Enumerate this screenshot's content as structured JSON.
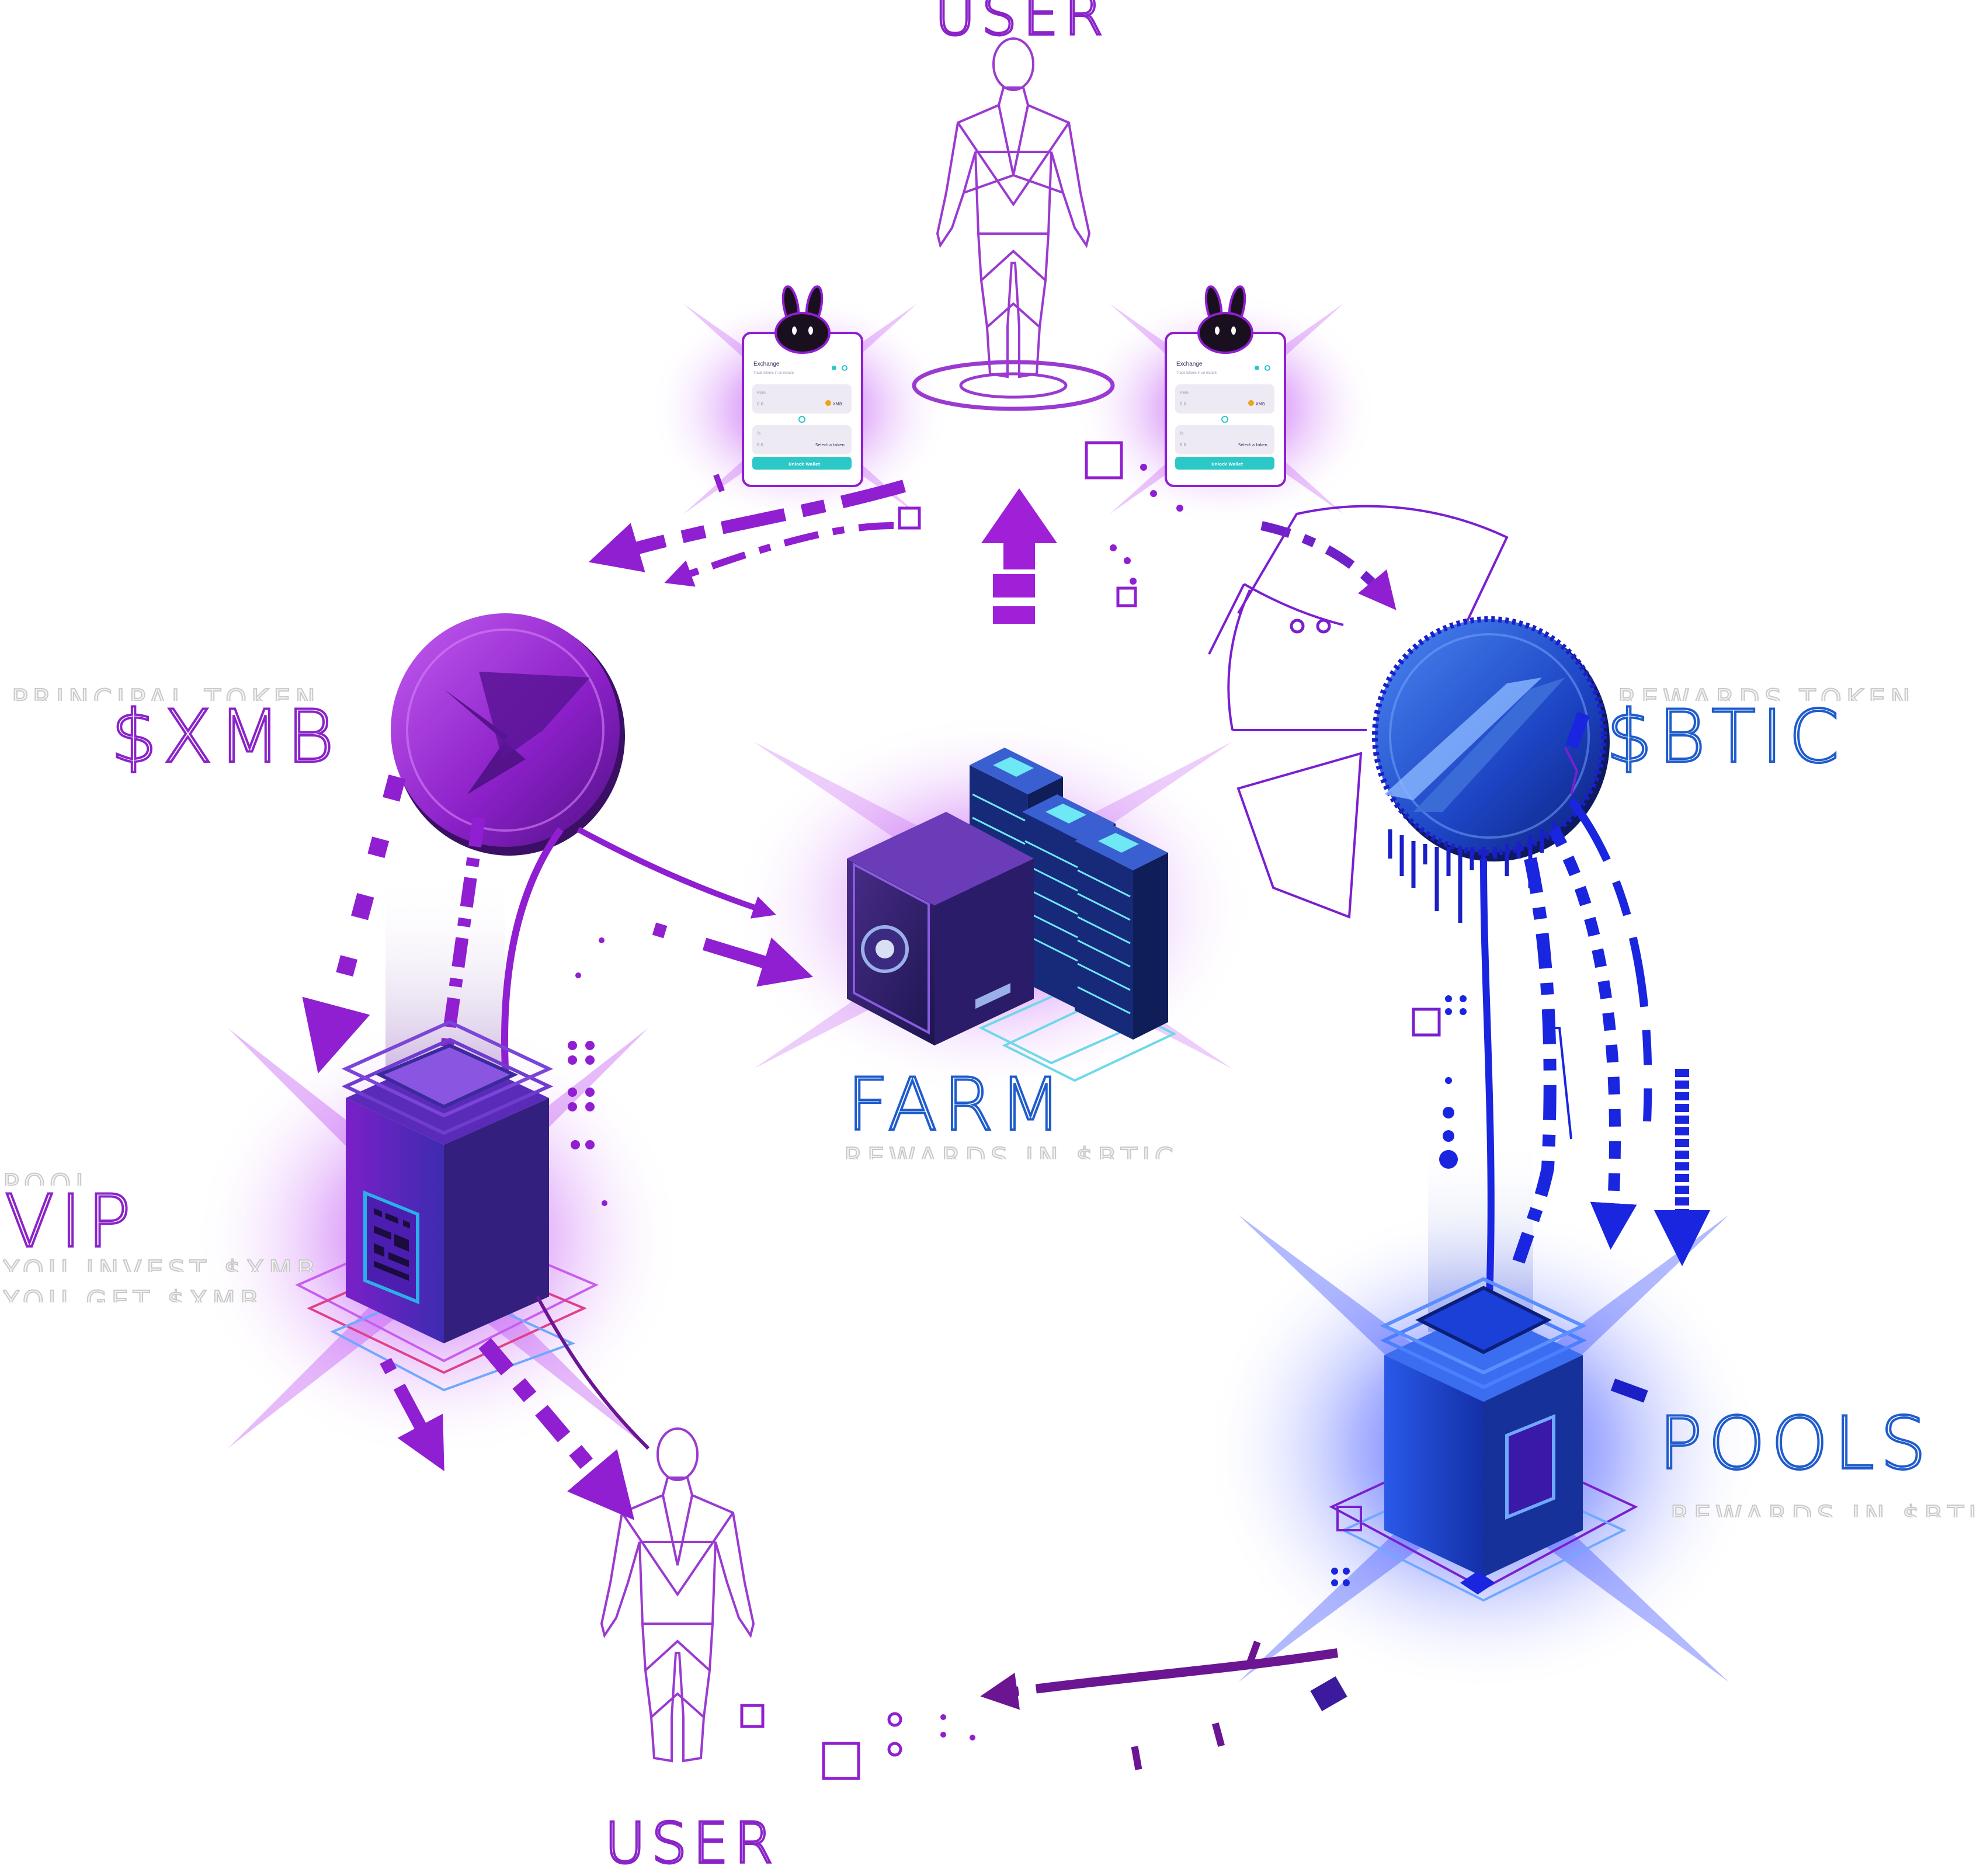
{
  "labels": {
    "user_top": "USER",
    "user_bottom": "USER",
    "xmb_caption": "PRINCIPAL TOKEN",
    "xmb": "$XMB",
    "btic_caption": "REWARDS TOKEN",
    "btic": "$BTIC",
    "farm": "FARM",
    "farm_caption": "REWARDS IN $BTIC",
    "vip_caption": "POOL",
    "vip": "VIP",
    "vip_line1": "YOU INVEST $XMB",
    "vip_line2": "YOU GET $XMB",
    "pools": "POOLS",
    "pools_caption": "REWARDS IN $BTIC"
  },
  "exchange_card": {
    "title": "Exchange",
    "subtitle": "Trade tokens in an instant",
    "from_label": "From",
    "from_value": "0.0",
    "from_token": "XMB",
    "to_label": "To",
    "to_value": "0.0",
    "to_select": "Select a token",
    "button": "Unlock Wallet"
  },
  "colors": {
    "purple": "#8f1fd0",
    "blue": "#1f52c9",
    "violet_dark": "#4a1c7a",
    "glow_purple": "#b23cf0",
    "glow_blue": "#2b47ff",
    "teal": "#2cc8c8"
  },
  "icons": {
    "exchange_logo": "bunny-icon",
    "xmb_coin": "xmb-coin-icon",
    "btic_coin": "btic-coin-icon",
    "farm": "safe-server-icon",
    "vip": "vip-block-icon",
    "pools": "pools-block-icon",
    "user": "wireframe-human-icon"
  }
}
